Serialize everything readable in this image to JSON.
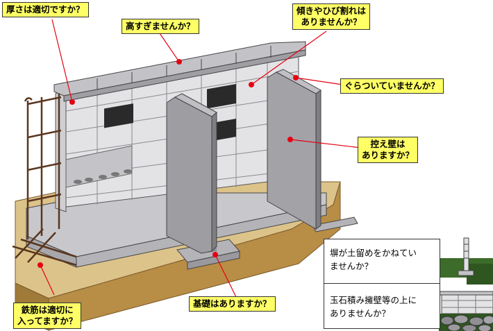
{
  "callouts": {
    "thickness": "厚さは適切ですか？",
    "height": "高すぎませんか？",
    "cracks_l1": "傾きやひび割れは",
    "cracks_l2": "ありませんか？",
    "wobble": "ぐらついていませんか？",
    "buttress_l1": "控え壁は",
    "buttress_l2": "ありますか？",
    "foundation": "基礎はありますか？",
    "rebar_l1": "鉄筋は適切に",
    "rebar_l2": "入ってますか？"
  },
  "notes": {
    "retaining_l1": "塀が土留めをかねてい",
    "retaining_l2": "ませんか？",
    "stone_wall_l1": "玉石積み擁壁等の上に",
    "stone_wall_l2": "ありませんか？"
  },
  "colors": {
    "callout_bg": "#ffff66",
    "marker": "#e60012",
    "leader": "#e60012",
    "soil": "#c9a35d",
    "block": "#e3e3e6",
    "concrete": "#b4b4b8",
    "rebar": "#5a3620",
    "grass": "#3d6b2a"
  }
}
